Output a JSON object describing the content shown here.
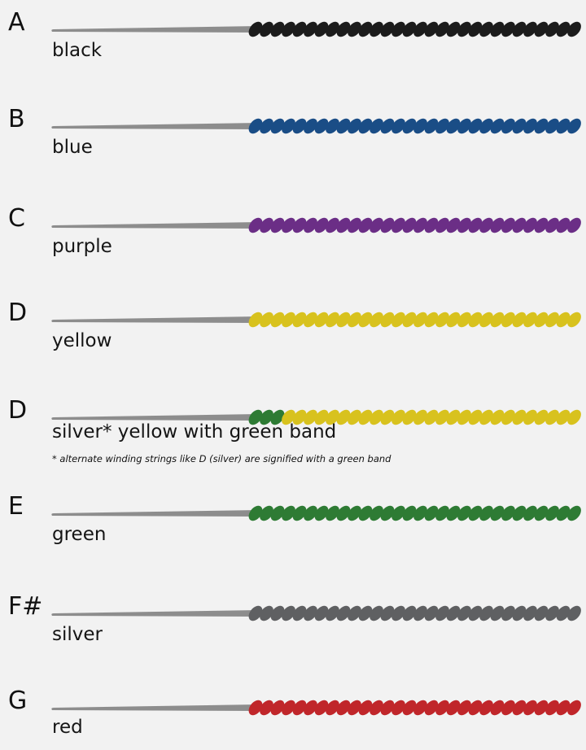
{
  "strings": [
    {
      "note": "A",
      "label": "black",
      "color": "#1c1c1c",
      "band_color": null
    },
    {
      "note": "B",
      "label": "blue",
      "color": "#1a4d86",
      "band_color": null
    },
    {
      "note": "C",
      "label": "purple",
      "color": "#6b2e86",
      "band_color": null
    },
    {
      "note": "D",
      "label": "yellow",
      "color": "#d8c21e",
      "band_color": null
    },
    {
      "note": "D",
      "label": "silver* yellow with green band",
      "color": "#d8c21e",
      "band_color": "#2e7b34"
    },
    {
      "note": "E",
      "label": "green",
      "color": "#2e7b34",
      "band_color": null
    },
    {
      "note": "F#",
      "label": "silver",
      "color": "#5f6062",
      "band_color": null
    },
    {
      "note": "G",
      "label": "red",
      "color": "#c0262a",
      "band_color": null
    }
  ],
  "footnote": "* alternate winding strings like D (silver) are signified with a green band",
  "colors": {
    "bare_wire": "#8d8d8d",
    "background": "#f2f2f2"
  }
}
